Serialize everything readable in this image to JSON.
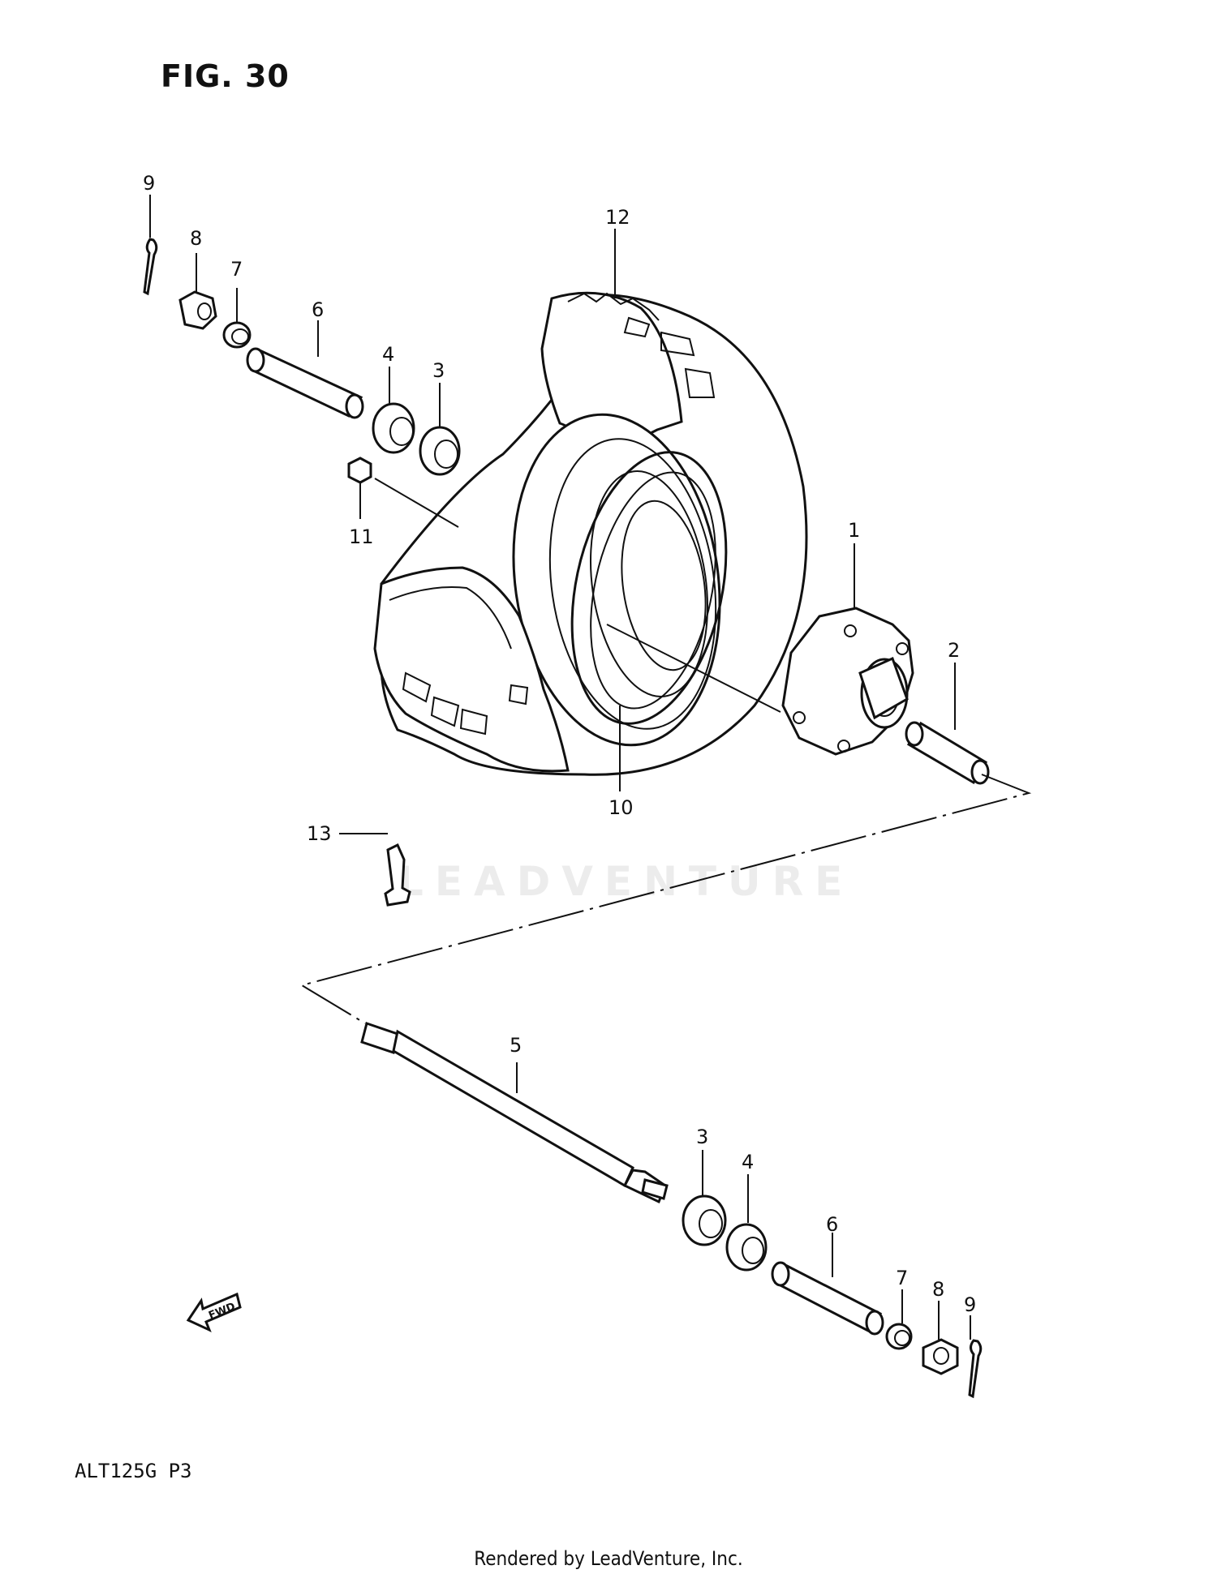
{
  "figure": {
    "title": "FIG. 30"
  },
  "model": {
    "code": "ALT125G P3"
  },
  "watermark": {
    "text": "LEADVENTURE"
  },
  "footer": {
    "credit": "Rendered by LeadVenture, Inc."
  },
  "fwd_arrow": {
    "label": "FWD"
  },
  "callouts": {
    "n1": "1",
    "n2": "2",
    "n3": "3",
    "n4": "4",
    "n5": "5",
    "n6": "6",
    "n7": "7",
    "n8": "8",
    "n9": "9",
    "n10": "10",
    "n11": "11",
    "n12": "12",
    "n13": "13"
  }
}
